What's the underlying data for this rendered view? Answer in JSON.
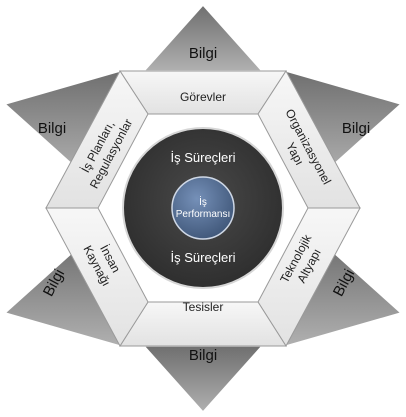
{
  "diagram": {
    "star_points": {
      "top": "Bilgi",
      "upper_left": "Bilgi",
      "upper_right": "Bilgi",
      "lower_left": "Bilgi",
      "lower_right": "Bilgi",
      "bottom": "Bilgi"
    },
    "hexagon_segments": {
      "top": "Görevler",
      "upper_left": [
        "İş Planları,",
        "Regulasyonlar"
      ],
      "upper_right": [
        "Organizasyonel",
        "Yapı"
      ],
      "lower_left": [
        "İnsan",
        "Kaynağı"
      ],
      "lower_right": [
        "Teknolojik",
        "Altyapı"
      ],
      "bottom": "Tesisler"
    },
    "ring": {
      "top_text": "İş Süreçleri",
      "bottom_text": "İş Süreçleri"
    },
    "core": {
      "lines": [
        "İş",
        "Performansı"
      ]
    },
    "colors": {
      "star_point": "#8c8c8c",
      "hexagon_segment": "#ededed",
      "segment_border": "#9a9a9a",
      "ring": "#3d3d3d",
      "core": "#4f6a8f"
    }
  }
}
